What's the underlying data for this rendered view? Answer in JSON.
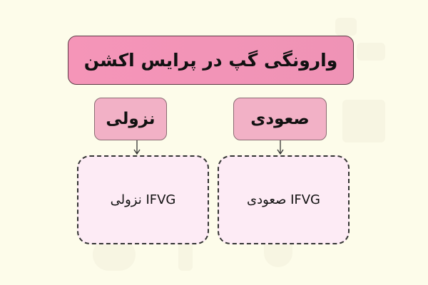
{
  "diagram": {
    "title": "وارونگی گپ در پرایس اکشن",
    "branches": [
      {
        "label": "نزولی",
        "child": "IFVG نزولی"
      },
      {
        "label": "صعودی",
        "child": "IFVG صعودی"
      }
    ]
  },
  "colors": {
    "background": "#fdfcea",
    "title_fill": "#f595b8",
    "category_fill": "#f2b1c6",
    "leaf_fill": "#fdebf5",
    "border": "#333333"
  }
}
